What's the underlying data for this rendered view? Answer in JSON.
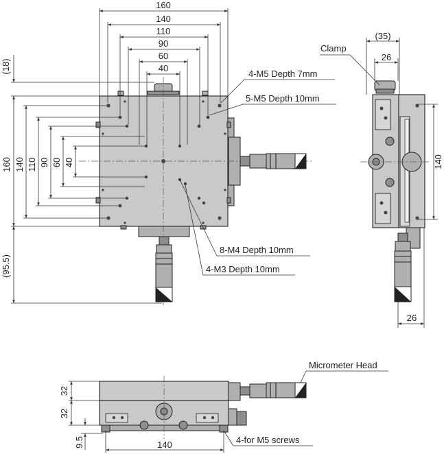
{
  "top_view": {
    "dims_horizontal": [
      "160",
      "140",
      "110",
      "90",
      "60",
      "40"
    ],
    "dims_vertical": [
      "160",
      "140",
      "110",
      "90",
      "60",
      "40"
    ],
    "dim_clamp_offset": "(18)",
    "dim_micrometer_extension": "(95.5)"
  },
  "callouts": {
    "m5_depth7": "4-M5 Depth 7mm",
    "m5_depth10": "5-M5 Depth 10mm",
    "m4_depth10": "8-M4 Depth 10mm",
    "m3_depth10": "4-M3 Depth 10mm",
    "clamp": "Clamp",
    "micrometer_head": "Micrometer Head",
    "m5_screws": "4-for M5 screws"
  },
  "side_view": {
    "dim_top_overall": "(35)",
    "dim_top_inner": "26",
    "dim_height": "140",
    "dim_bottom": "26"
  },
  "front_view": {
    "dim_upper_stage": "32",
    "dim_lower_stage": "32",
    "dim_base": "9.5",
    "dim_width": "140"
  }
}
